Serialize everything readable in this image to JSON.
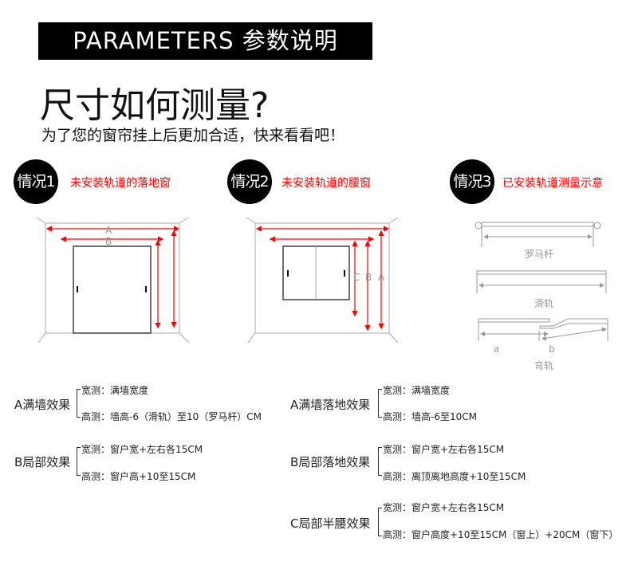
{
  "header": {
    "title": "PARAMETERS 参数说明"
  },
  "title": "尺寸如何测量?",
  "subtitle": "为了您的窗帘挂上后更加合适，快来看看吧！",
  "cases": [
    {
      "badge": "情况1",
      "label": "未安装轨道的落地窗",
      "diagram_labels": [
        "A",
        "B"
      ]
    },
    {
      "badge": "情况2",
      "label": "未安装轨道的腰窗",
      "diagram_labels": [
        "C",
        "B",
        "A"
      ]
    },
    {
      "badge": "情况3",
      "label": "已安装轨道测量示意",
      "diagram_labels": [
        "罗马杆",
        "滑轨",
        "a",
        "b",
        "弯轨"
      ]
    }
  ],
  "colors": {
    "accent": "#ff0000",
    "header_bg": "#000000"
  },
  "left_groups": [
    {
      "name": "A满墙效果",
      "width": "宽测：满墙宽度",
      "height": "高测：墙高-6（滑轨）至10（罗马杆）CM"
    },
    {
      "name": "B局部效果",
      "width": "宽测：窗户宽+左右各15CM",
      "height": "高测：窗户高+10至15CM"
    }
  ],
  "right_groups": [
    {
      "name": "A满墙落地效果",
      "width": "宽测：满墙宽度",
      "height": "高测：墙高-6至10CM"
    },
    {
      "name": "B局部落地效果",
      "width": "宽测：窗户宽+左右各15CM",
      "height": "高测：离顶离地高度+10至15CM"
    },
    {
      "name": "C局部半腰效果",
      "width": "宽测：窗户宽+左右各15CM",
      "height": "高测：窗户高度+10至15CM（窗上）+20CM（窗下）"
    }
  ]
}
